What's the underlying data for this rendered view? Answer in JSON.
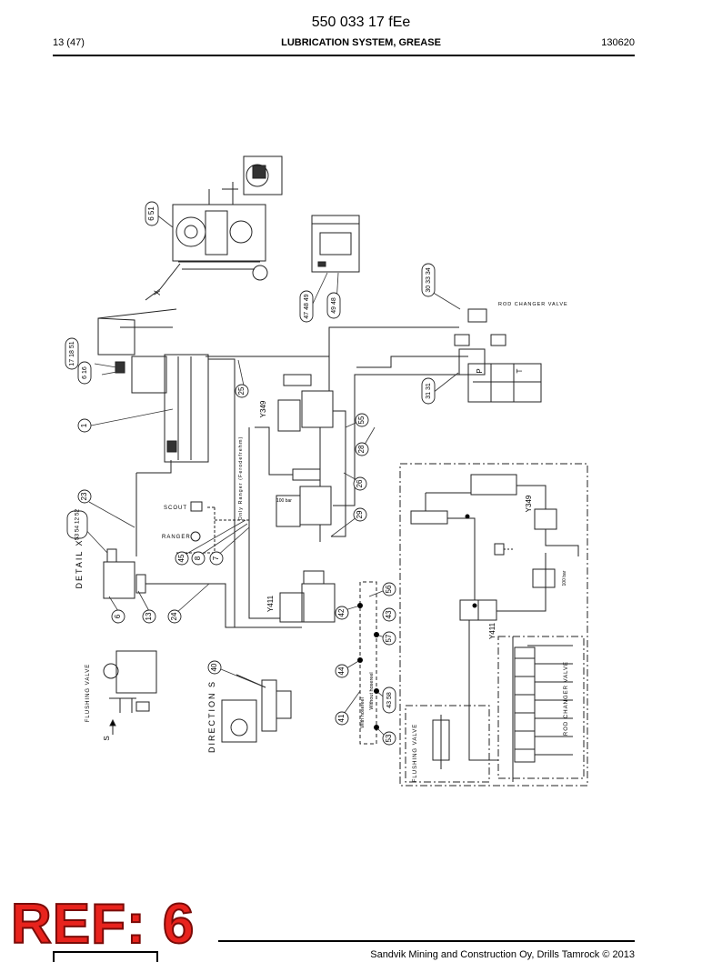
{
  "header": {
    "doc_number": "550 033 17 fEe",
    "page": "13 (47)",
    "title": "LUBRICATION SYSTEM, GREASE",
    "date": "130620"
  },
  "footer": {
    "ref_stamp": "REF: 6",
    "copyright": "Sandvik Mining and Construction Oy, Drills Tamrock © 2013"
  },
  "labels": {
    "detail_x": "DETAIL X",
    "direction_s": "DIRECTION S",
    "flushing_valve": "FLUSHING VALVE",
    "flushing_valve_2": "FLUSHING VALVE",
    "rod_changer_valve": "ROD CHANGER VALVE",
    "rod_changer_valve_2": "ROD CHANGER VALVE",
    "only_ranger": "Only Ranger (Ferodefrehm)",
    "scout": "SCOUT",
    "ranger": "RANGER",
    "y349": "Y349",
    "y349_2": "Y349",
    "y411": "Y411",
    "y411_2": "Y411",
    "bar_100": "100 bar",
    "bar_100_2": "100 bar",
    "with_hosereel": "With hosereel",
    "without_hosereel": "Without hosereel",
    "letter_x": "X",
    "letter_s": "S",
    "letter_t": "T",
    "letter_p": "P"
  },
  "callouts": [
    {
      "id": "c6_51",
      "text": "6 51"
    },
    {
      "id": "c47_48",
      "text": "47 48 49"
    },
    {
      "id": "c49_48",
      "text": "49 48"
    },
    {
      "id": "c30_33",
      "text": "30 33 34"
    },
    {
      "id": "c17_18",
      "text": "17 18 51"
    },
    {
      "id": "c6_16",
      "text": "6 16"
    },
    {
      "id": "c25",
      "text": "25"
    },
    {
      "id": "c1",
      "text": "1"
    },
    {
      "id": "c31",
      "text": "31 31"
    },
    {
      "id": "c55",
      "text": "55"
    },
    {
      "id": "c28",
      "text": "28"
    },
    {
      "id": "c26",
      "text": "26"
    },
    {
      "id": "c23",
      "text": "23"
    },
    {
      "id": "c53_54",
      "text": "53 54 12 52"
    },
    {
      "id": "c29",
      "text": "29"
    },
    {
      "id": "c45",
      "text": "45"
    },
    {
      "id": "c8",
      "text": "8"
    },
    {
      "id": "c7",
      "text": "7"
    },
    {
      "id": "c6",
      "text": "6"
    },
    {
      "id": "c13",
      "text": "13"
    },
    {
      "id": "c24",
      "text": "24"
    },
    {
      "id": "c56",
      "text": "56"
    },
    {
      "id": "c42",
      "text": "42"
    },
    {
      "id": "c43",
      "text": "43"
    },
    {
      "id": "c57",
      "text": "57"
    },
    {
      "id": "c44",
      "text": "44"
    },
    {
      "id": "c40",
      "text": "40"
    },
    {
      "id": "c41",
      "text": "41"
    },
    {
      "id": "c43_58",
      "text": "43 58"
    },
    {
      "id": "c53",
      "text": "53"
    }
  ]
}
